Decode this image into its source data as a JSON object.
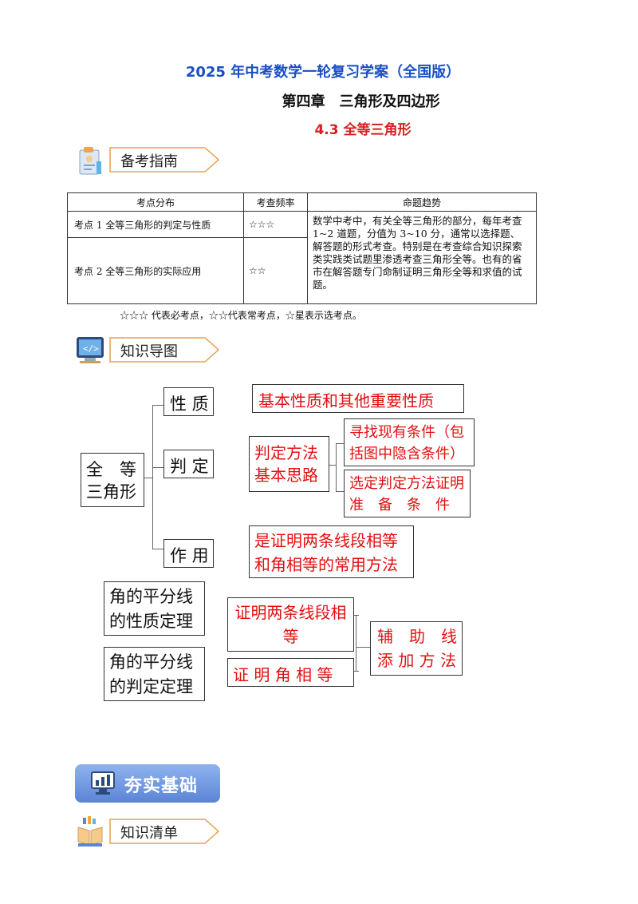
{
  "header": {
    "title": "2025 年中考数学一轮复习学案（全国版）",
    "chapter": "第四章　三角形及四边形",
    "section": "4.3  全等三角形"
  },
  "sections": {
    "guide": "备考指南",
    "mindmap": "知识导图",
    "banner": "夯实基础",
    "checklist": "知识清单"
  },
  "guide_table": {
    "headers": [
      "考点分布",
      "考查频率",
      "命题趋势"
    ],
    "rows": [
      {
        "point": "考点 1  全等三角形的判定与性质",
        "freq": "☆☆☆"
      },
      {
        "point": "考点 2  全等三角形的实际应用",
        "freq": "☆☆"
      }
    ],
    "trend": "数学中考中，有关全等三角形的部分，每年考查 1~2 道题，分值为 3~10 分，通常以选择题、 解答题的形式考查。特别是在考查综合知识探索类实践类试题里渗透考查三角形全等。也有的省市在解答题专门命制证明三角形全等和求值的试题。",
    "note": "☆☆☆ 代表必考点，☆☆代表常考点，☆星表示选考点。"
  },
  "mindmap": {
    "root_line1": "全　等",
    "root_line2": "三角形",
    "branch_property": "性 质",
    "branch_judge": "判 定",
    "branch_use": "作 用",
    "property_desc": "基本性质和其他重要性质",
    "judge_method_line1": "判定方法",
    "judge_method_line2": "基本思路",
    "judge_find_line1": "寻找现有条件（包",
    "judge_find_line2": "括图中隐含条件）",
    "judge_select_line1": "选定判定方法证明",
    "judge_select_line2": "准　备　条　件",
    "use_line1": "是证明两条线段相等",
    "use_line2": "和角相等的常用方法",
    "bisector_prop_line1": "角的平分线",
    "bisector_prop_line2": "的性质定理",
    "bisector_judge_line1": "角的平分线",
    "bisector_judge_line2": "的判定定理",
    "segments_line1": "证明两条线段相",
    "segments_line2": "等",
    "angles": "证 明 角 相 等",
    "aux_line1": "辅　助　线",
    "aux_line2": "添 加 方 法"
  }
}
